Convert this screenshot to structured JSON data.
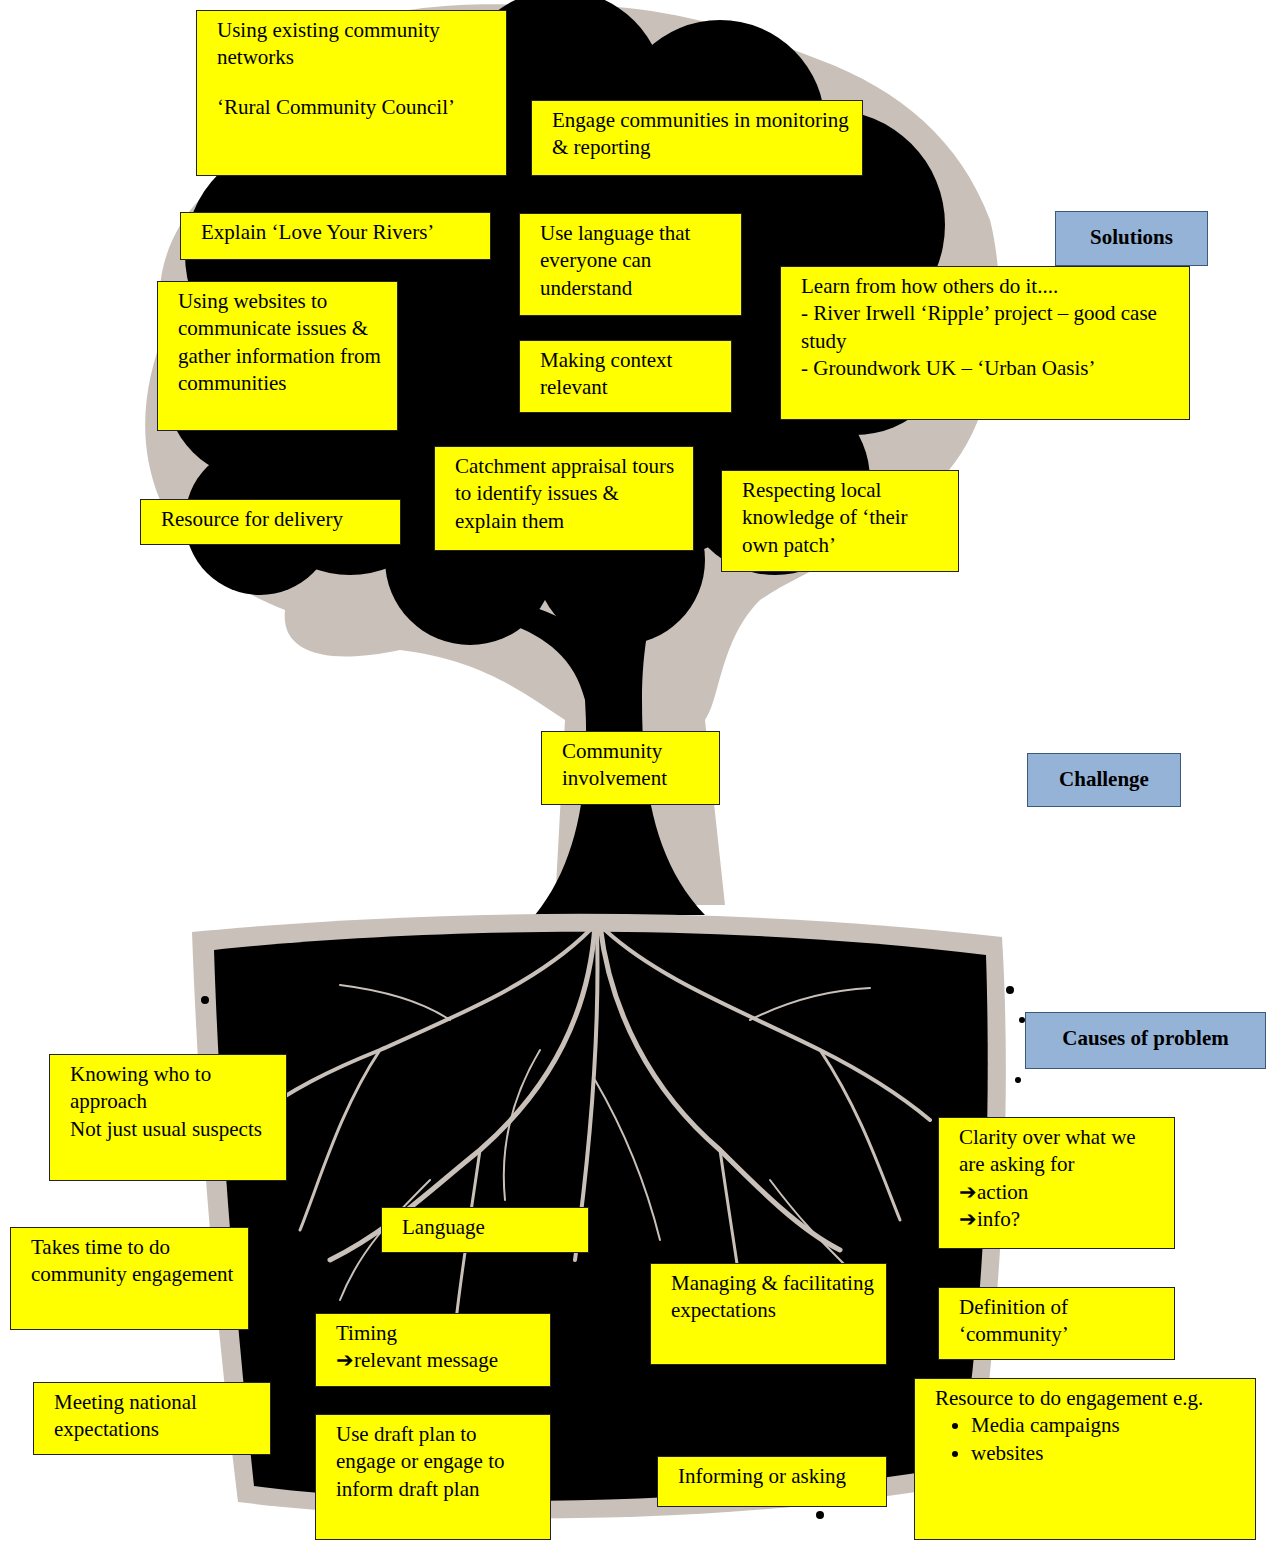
{
  "diagram": {
    "nodes": [
      {
        "text": [
          "Using existing community networks",
          "‘Rural Community Council’"
        ]
      },
      {
        "text": [
          "Engage communities in monitoring & reporting"
        ]
      },
      {
        "text": [
          "Explain ‘Love Your Rivers’"
        ]
      },
      {
        "text": [
          "Use language that everyone can understand"
        ]
      },
      {
        "text": [
          "Solutions"
        ]
      },
      {
        "text": [
          "Using websites to communicate issues & gather information from communities"
        ]
      },
      {
        "text": [
          "Learn from how others do it....",
          "- River Irwell ‘Ripple’ project – good case study",
          "- Groundwork UK – ‘Urban Oasis’"
        ]
      },
      {
        "text": [
          "Making context relevant"
        ]
      },
      {
        "text": [
          "Catchment appraisal tours to identify issues & explain them"
        ]
      },
      {
        "text": [
          "Resource for delivery"
        ]
      },
      {
        "text": [
          "Respecting local knowledge of ‘their own patch’"
        ]
      },
      {
        "text": [
          "Community involvement"
        ]
      },
      {
        "text": [
          "Challenge"
        ]
      },
      {
        "text": [
          "Causes of problem"
        ]
      },
      {
        "text": [
          "Knowing who to approach",
          "Not just usual suspects"
        ]
      },
      {
        "text": [
          "Clarity over what we are asking for",
          "➔action",
          "➔info?"
        ]
      },
      {
        "text": [
          "Language"
        ]
      },
      {
        "text": [
          "Takes time to do community engagement"
        ]
      },
      {
        "text": [
          "Managing & facilitating expectations"
        ]
      },
      {
        "text": [
          "Definition of ‘community’"
        ]
      },
      {
        "text": [
          "Timing",
          "➔relevant message"
        ]
      },
      {
        "text": [
          "Meeting national expectations"
        ]
      },
      {
        "text": [
          "Resource to do engagement e.g.",
          "Media campaigns",
          "websites"
        ]
      },
      {
        "text": [
          "Use draft plan to engage or engage to inform draft plan"
        ]
      },
      {
        "text": [
          "Informing or asking"
        ]
      }
    ]
  }
}
